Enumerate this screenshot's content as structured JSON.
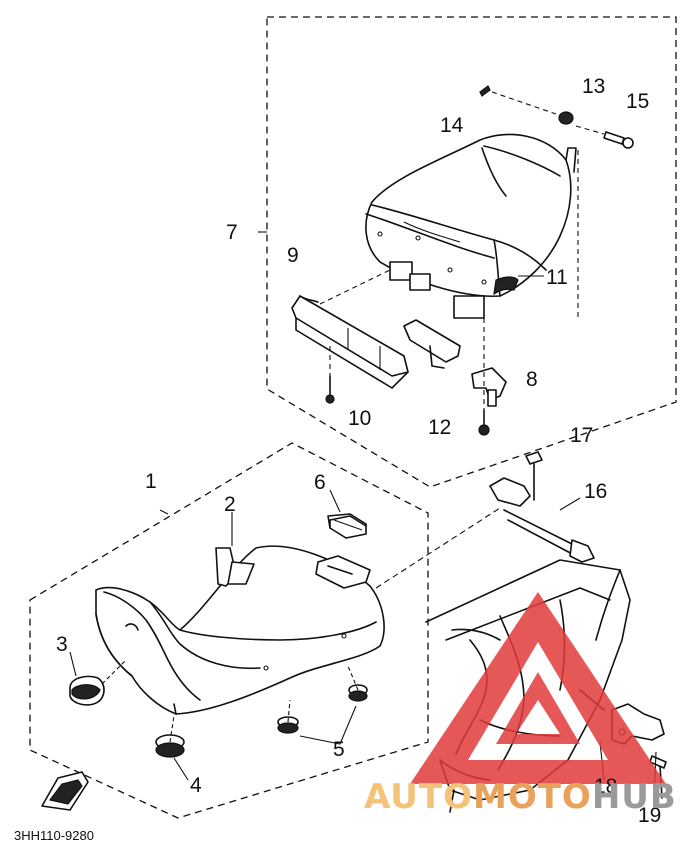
{
  "callouts": [
    {
      "id": "1",
      "label": "1"
    },
    {
      "id": "2",
      "label": "2"
    },
    {
      "id": "3",
      "label": "3"
    },
    {
      "id": "4",
      "label": "4"
    },
    {
      "id": "5",
      "label": "5"
    },
    {
      "id": "6",
      "label": "6"
    },
    {
      "id": "7",
      "label": "7"
    },
    {
      "id": "8",
      "label": "8"
    },
    {
      "id": "9",
      "label": "9"
    },
    {
      "id": "10",
      "label": "10"
    },
    {
      "id": "11",
      "label": "11"
    },
    {
      "id": "12",
      "label": "12"
    },
    {
      "id": "13",
      "label": "13"
    },
    {
      "id": "14",
      "label": "14"
    },
    {
      "id": "15",
      "label": "15"
    },
    {
      "id": "16",
      "label": "16"
    },
    {
      "id": "17",
      "label": "17"
    },
    {
      "id": "18",
      "label": "18"
    },
    {
      "id": "19",
      "label": "19"
    }
  ],
  "diagram_code": "3HH110-9280",
  "watermark": {
    "part1": "AUTO",
    "part2": "MOTO",
    "part3": "HUB",
    "color_a": "#f5c27a",
    "color_b": "#e8a25a",
    "color_c": "#9a9a9a"
  },
  "colors": {
    "line": "#111111",
    "watermark_red": "#e23a3a"
  }
}
